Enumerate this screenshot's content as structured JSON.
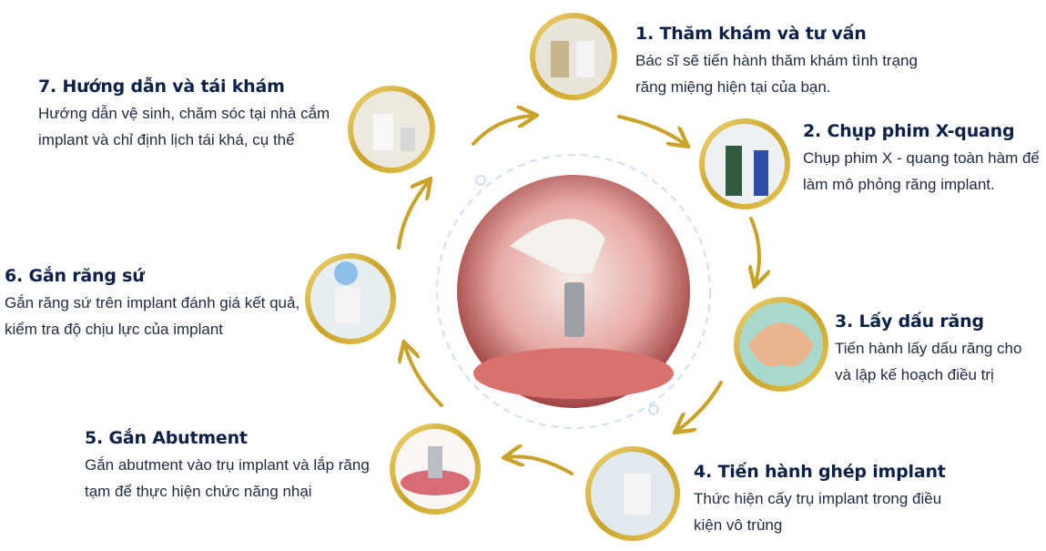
{
  "colors": {
    "gold": "#c9a227",
    "title": "#0d2148",
    "text": "#1e2a40",
    "dash": "#cfe0f5"
  },
  "steps": [
    {
      "title": "1. Thăm khám và tư vấn",
      "desc": "Bác sĩ sẽ tiến hành thăm khám tình trạng răng miệng hiện tại của bạn."
    },
    {
      "title": "2. Chụp phim X-quang",
      "desc": "Chụp phim X - quang toàn hàm để làm mô phỏng răng implant."
    },
    {
      "title": "3. Lấy dấu răng",
      "desc": "Tiến hành lấy dấu răng cho và lập kế hoạch điều trị"
    },
    {
      "title": "4. Tiến hành ghép implant",
      "desc": "Thức hiện cấy trụ implant trong điều kiện vô trùng"
    },
    {
      "title": "5. Gắn Abutment",
      "desc": "Gắn abutment vào trụ implant và lắp răng tạm để thực hiện chức năng nhại"
    },
    {
      "title": "6. Gắn răng sứ",
      "desc": "Gắn răng sứ trên implant đánh giá kết quả, kiểm tra độ chịu lực của implant"
    },
    {
      "title": "7. Hướng dẫn và tái khám",
      "desc": "Hướng dẫn vệ sinh, chăm sóc tại nhà cắm implant và chỉ định lịch tái khá, cụ thể"
    }
  ]
}
